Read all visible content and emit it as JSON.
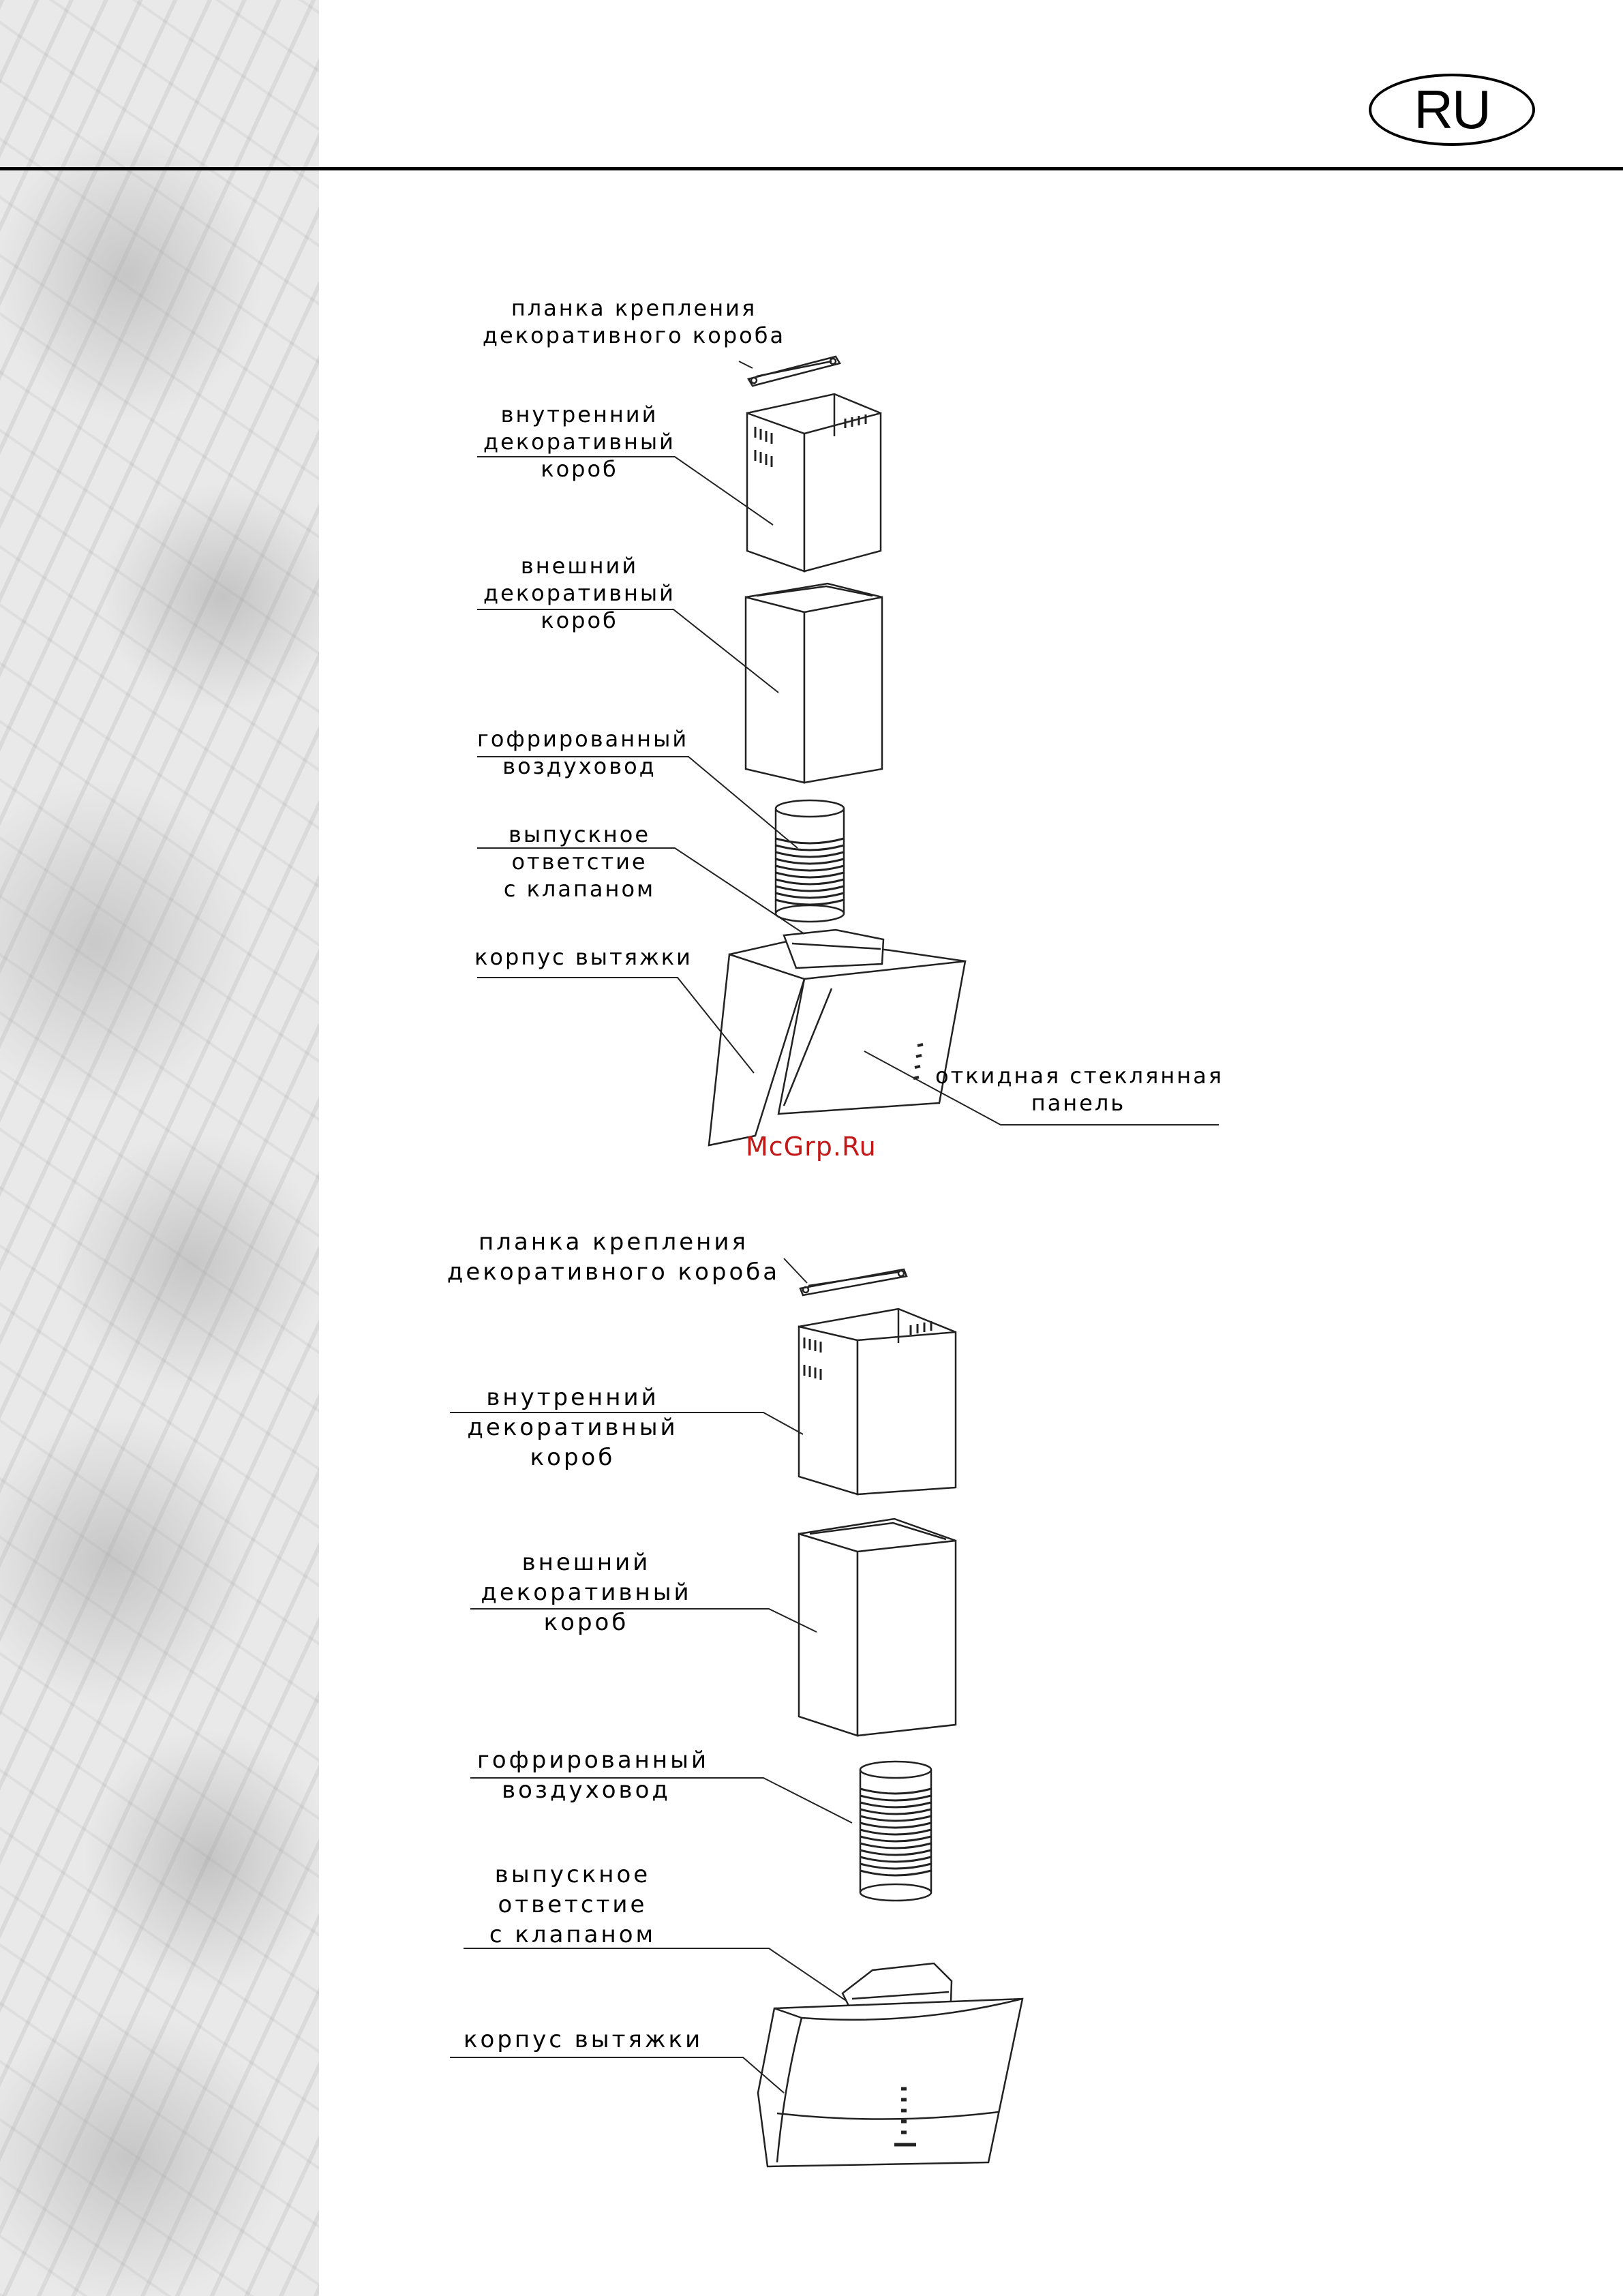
{
  "header": {
    "language_badge": "RU"
  },
  "watermark": "McGrp.Ru",
  "diagram_top": {
    "bracket": "планка крепления\nдекоративного короба",
    "inner_box": "внутренний\nдекоративный\nкороб",
    "outer_box": "внешний\nдекоративный\nкороб",
    "duct": "гофрированный\nвоздуховод",
    "outlet": "выпускное\nответстие\nс клапаном",
    "body": "корпус вытяжки",
    "glass_panel": "откидная стеклянная\nпанель"
  },
  "diagram_bottom": {
    "bracket": "планка крепления\nдекоративного короба",
    "inner_box": "внутренний\nдекоративный\nкороб",
    "outer_box": "внешний\nдекоративный\nкороб",
    "duct": "гофрированный\nвоздуховод",
    "outlet": "выпускное\nответстие\nс клапаном",
    "body": "корпус вытяжки"
  }
}
